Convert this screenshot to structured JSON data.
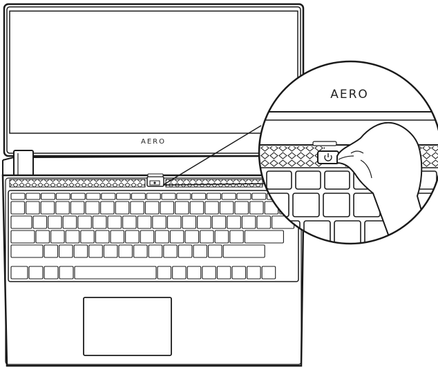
{
  "illustration": {
    "screen_logo": "AERO",
    "zoom_logo": "AERO",
    "power_icon": "power-icon",
    "subject": "laptop-top-view-power-button",
    "colors": {
      "line": "#1a1a1a",
      "fill": "#ffffff",
      "screen_bezel": "#2a2a2a"
    }
  }
}
